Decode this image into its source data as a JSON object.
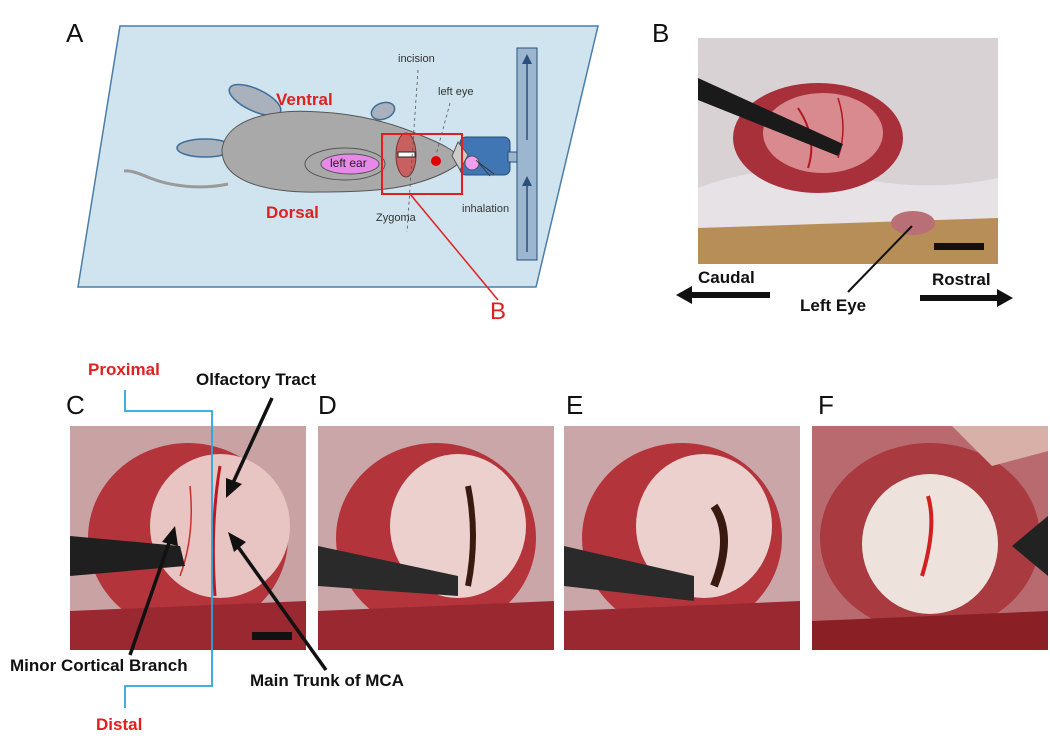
{
  "panels": {
    "a": "A",
    "b": "B",
    "c": "C",
    "d": "D",
    "e": "E",
    "f": "F"
  },
  "diagram": {
    "ventral": "Ventral",
    "dorsal": "Dorsal",
    "left_ear": "left ear",
    "incision": "incision",
    "left_eye": "left eye",
    "zygoma": "Zygoma",
    "inhalation": "inhalation",
    "callout": "B"
  },
  "panel_b": {
    "caudal": "Caudal",
    "rostral": "Rostral",
    "left_eye": "Left Eye"
  },
  "panel_c": {
    "proximal": "Proximal",
    "distal": "Distal",
    "olfactory_tract": "Olfactory Tract",
    "minor_cortical_branch": "Minor Cortical Branch",
    "main_trunk": "Main Trunk of MCA"
  },
  "colors": {
    "accent_red": "#e02020",
    "guide_blue": "#29a6e0",
    "stage_blue": "#cfe4ee"
  }
}
